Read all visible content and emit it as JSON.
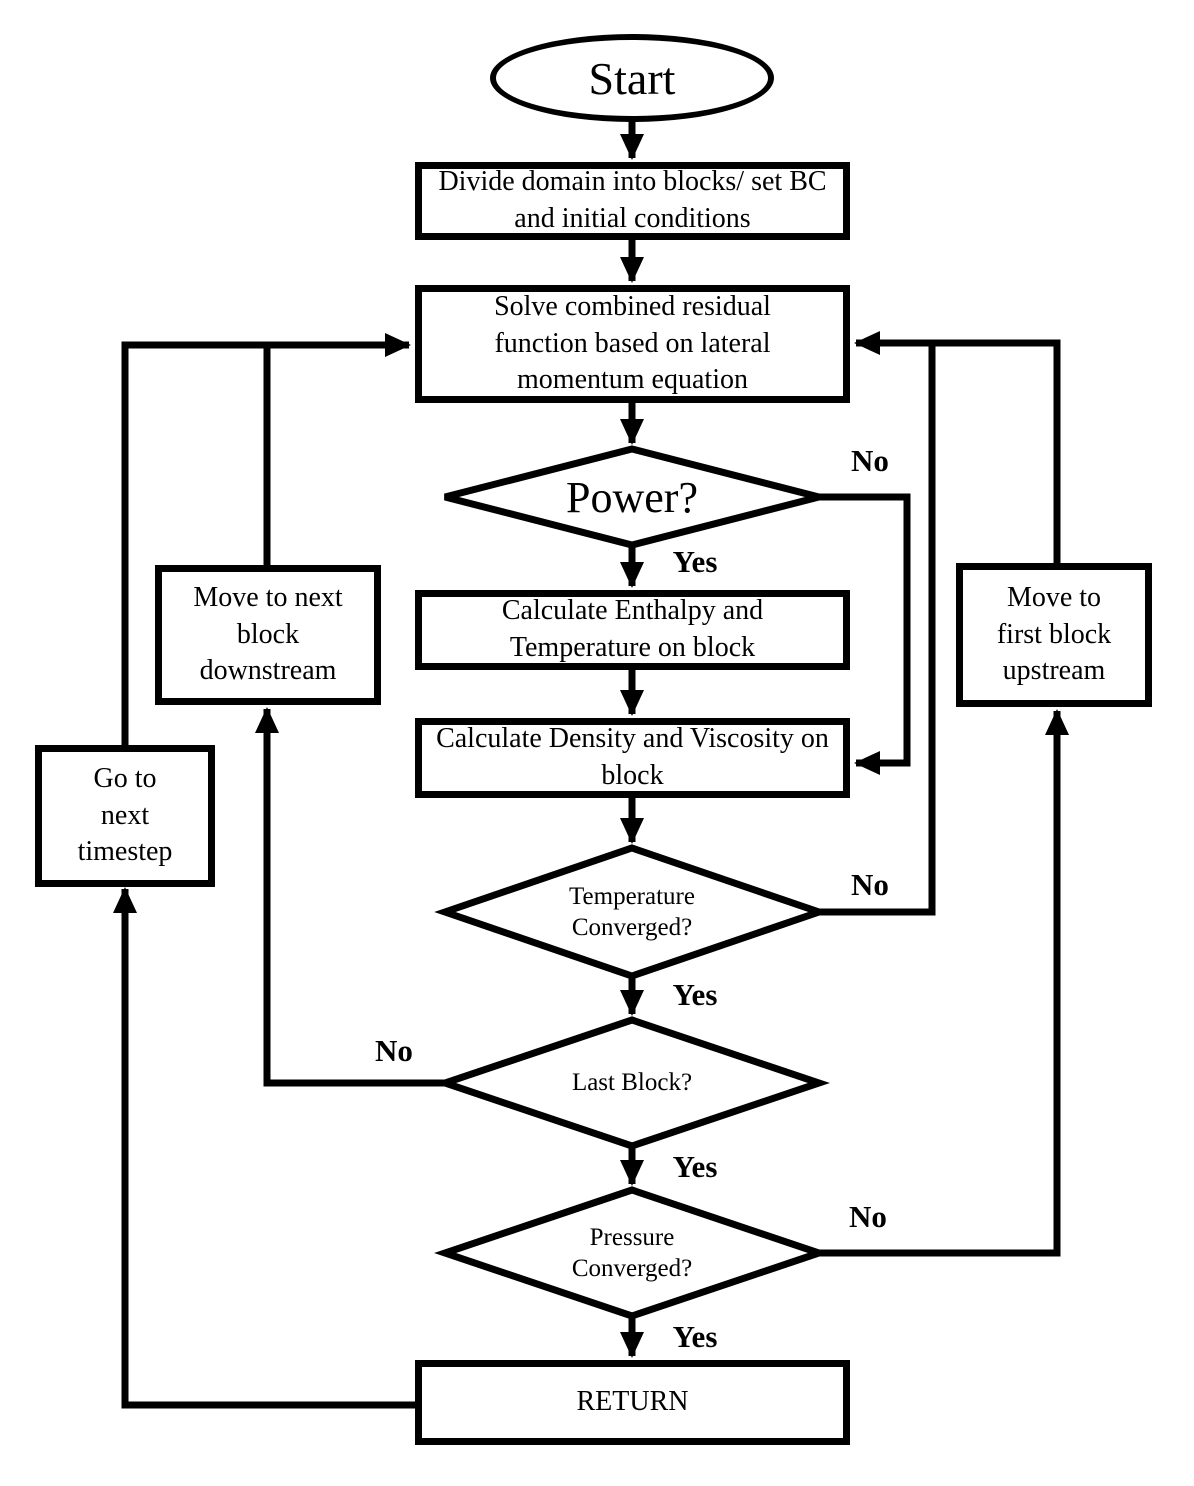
{
  "flowchart": {
    "start": "Start",
    "boxes": {
      "divide": "Divide domain into blocks/ set BC and initial conditions",
      "solve": "Solve combined residual function based on lateral momentum equation",
      "enthalpy": "Calculate Enthalpy and Temperature on block",
      "density": "Calculate Density and Viscosity on block",
      "return": "RETURN",
      "move_downstream": "Move to next block downstream",
      "go_timestep": "Go to next timestep",
      "move_upstream": "Move to first block upstream"
    },
    "decisions": {
      "power": "Power?",
      "temperature": "Temperature Converged?",
      "last_block": "Last Block?",
      "pressure": "Pressure Converged?"
    },
    "labels": {
      "yes": "Yes",
      "no": "No"
    },
    "colors": {
      "line": "#000000",
      "background": "#ffffff"
    }
  }
}
